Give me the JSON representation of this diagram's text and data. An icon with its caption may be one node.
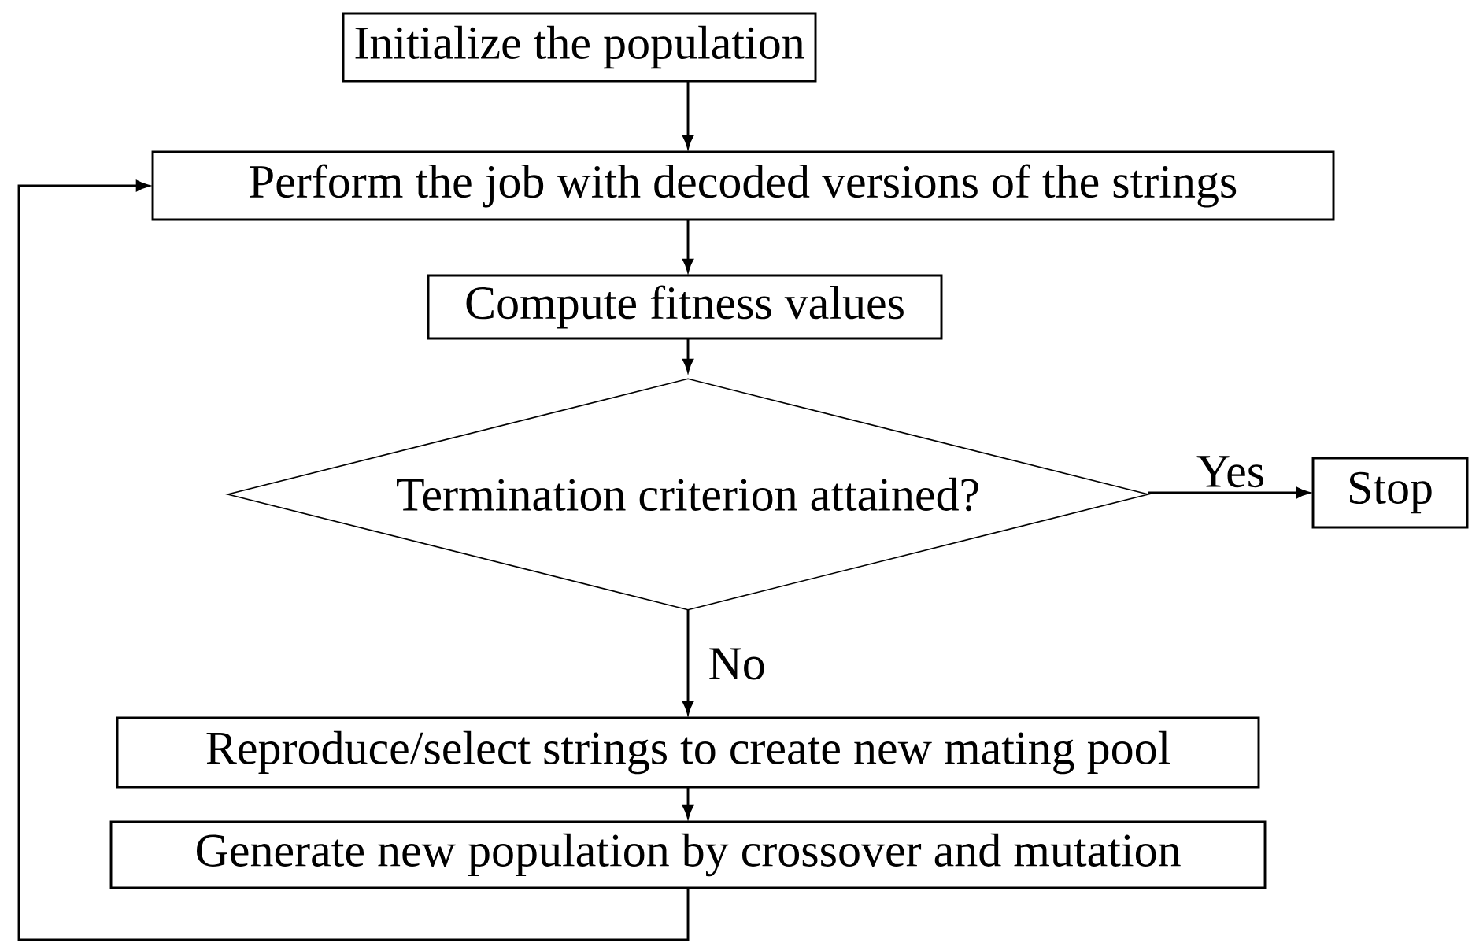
{
  "diagram": {
    "nodes": [
      {
        "text": [
          "Initialize the population"
        ]
      },
      {
        "text": [
          "Perform the job with decoded versions of the strings"
        ]
      },
      {
        "text": [
          "Compute fitness values"
        ]
      },
      {
        "text": [
          "Termination criterion attained?"
        ]
      },
      {
        "text": [
          "Stop"
        ]
      },
      {
        "text": [
          "Reproduce/select strings to create new mating pool"
        ]
      },
      {
        "text": [
          "Generate new population by crossover and mutation"
        ]
      }
    ],
    "edges": [
      {
        "from": 0,
        "to": 1,
        "arrow": "to"
      },
      {
        "from": 1,
        "to": 2,
        "arrow": "to"
      },
      {
        "from": 2,
        "to": 3,
        "arrow": "to"
      },
      {
        "from": 3,
        "to": 4,
        "arrow": "to",
        "label": "Yes"
      },
      {
        "from": 3,
        "to": 5,
        "arrow": "to",
        "label": "No"
      },
      {
        "from": 5,
        "to": 6,
        "arrow": "to"
      },
      {
        "from": 6,
        "to": 1,
        "arrow": "to"
      }
    ]
  }
}
